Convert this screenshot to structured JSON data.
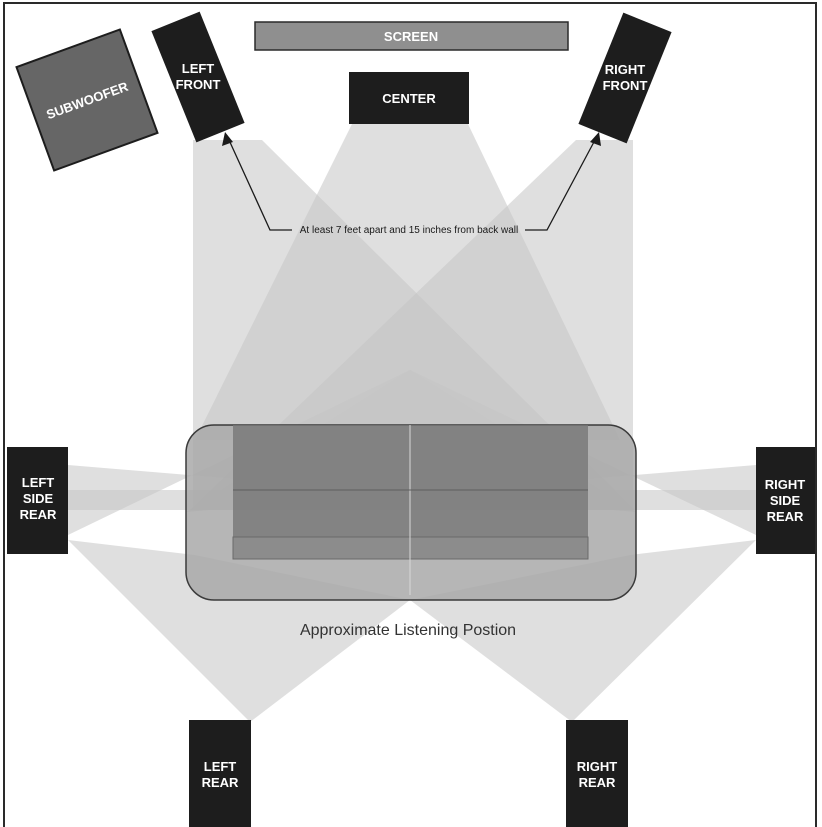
{
  "labels": {
    "screen": "SCREEN",
    "subwoofer": "SUBWOOFER",
    "left_front": [
      "LEFT",
      "FRONT"
    ],
    "center": "CENTER",
    "right_front": [
      "RIGHT",
      "FRONT"
    ],
    "left_side_rear": [
      "LEFT",
      "SIDE",
      "REAR"
    ],
    "right_side_rear": [
      "RIGHT",
      "SIDE",
      "REAR"
    ],
    "left_rear": [
      "LEFT",
      "REAR"
    ],
    "right_rear": [
      "RIGHT",
      "REAR"
    ]
  },
  "annotation": "At least 7 feet apart and 15 inches from back wall",
  "caption": "Approximate Listening Postion",
  "colors": {
    "speaker": "#1d1d1d",
    "screen": "#8f8f8f",
    "subwoofer": "#666666",
    "beam": "#c4c4c4",
    "couch_base": "#a9a9a9",
    "couch_cushion": "#777777"
  }
}
